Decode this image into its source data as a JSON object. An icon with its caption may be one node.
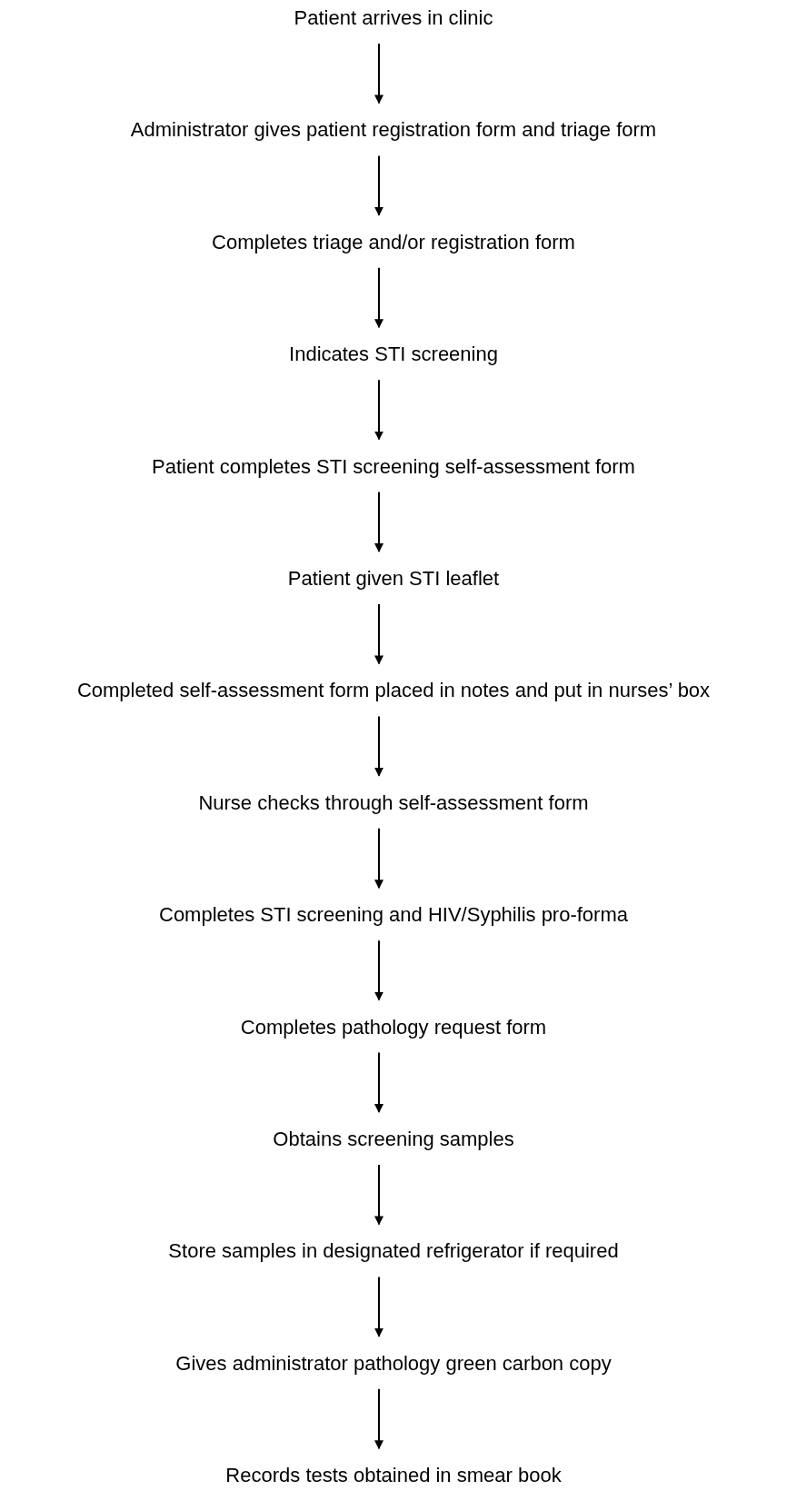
{
  "diagram": {
    "nodes": [
      {
        "text": [
          "Patient arrives in clinic"
        ]
      },
      {
        "text": [
          "Administrator gives patient registration form and triage form"
        ]
      },
      {
        "text": [
          "Completes triage and/or registration form"
        ]
      },
      {
        "text": [
          "Indicates STI screening"
        ]
      },
      {
        "text": [
          "Patient completes STI screening self-assessment form"
        ]
      },
      {
        "text": [
          "Patient given STI leaflet"
        ]
      },
      {
        "text": [
          "Completed self-assessment form placed in notes and put in nurses’ box"
        ]
      },
      {
        "text": [
          "Nurse checks through self-assessment form"
        ]
      },
      {
        "text": [
          "Completes STI screening and HIV/Syphilis pro-forma"
        ]
      },
      {
        "text": [
          "Completes pathology request form"
        ]
      },
      {
        "text": [
          "Obtains screening samples"
        ]
      },
      {
        "text": [
          "Store samples in designated refrigerator if required"
        ]
      },
      {
        "text": [
          "Gives administrator pathology green carbon copy"
        ]
      },
      {
        "text": [
          "Records tests obtained in smear book"
        ]
      }
    ],
    "edges": [
      {
        "from": 0,
        "to": 1,
        "arrow": "to"
      },
      {
        "from": 1,
        "to": 2,
        "arrow": "to"
      },
      {
        "from": 2,
        "to": 3,
        "arrow": "to"
      },
      {
        "from": 3,
        "to": 4,
        "arrow": "to"
      },
      {
        "from": 4,
        "to": 5,
        "arrow": "to"
      },
      {
        "from": 5,
        "to": 6,
        "arrow": "to"
      },
      {
        "from": 6,
        "to": 7,
        "arrow": "to"
      },
      {
        "from": 7,
        "to": 8,
        "arrow": "to"
      },
      {
        "from": 8,
        "to": 9,
        "arrow": "to"
      },
      {
        "from": 9,
        "to": 10,
        "arrow": "to"
      },
      {
        "from": 10,
        "to": 11,
        "arrow": "to"
      },
      {
        "from": 11,
        "to": 12,
        "arrow": "to"
      },
      {
        "from": 12,
        "to": 13,
        "arrow": "to"
      }
    ]
  }
}
